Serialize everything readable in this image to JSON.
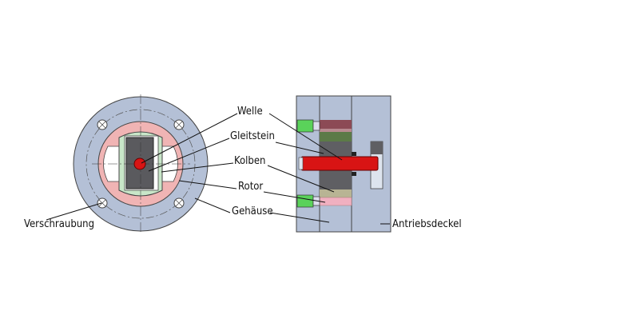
{
  "labels": {
    "welle": "Welle",
    "gleitstein": "Gleitstein",
    "kolben": "Kolben",
    "rotor": "Rotor",
    "gehaeuse": "Gehäuse",
    "verschraubung": "Verschraubung",
    "antriebsdeckel": "Antriebsdeckel"
  },
  "colors": {
    "housing": "#b4c0d6",
    "rotor": "#f0b4b4",
    "kolben": "#c8e6c8",
    "gleitstein": "#5a5a5e",
    "welle": "#d81414",
    "fitting": "#5ad25a"
  }
}
